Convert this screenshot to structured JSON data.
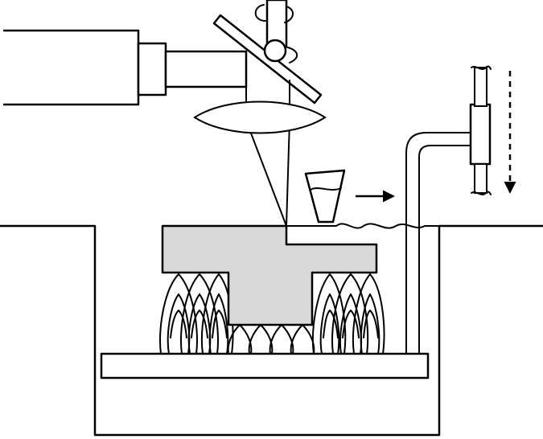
{
  "diagram": {
    "colors": {
      "line": "#000000",
      "background": "#ffffff",
      "part_fill": "#d9d9d9"
    },
    "components": [
      "laser-source",
      "beam-expander-tube",
      "scanning-mirror",
      "rotation-arrow",
      "focusing-lens",
      "laser-beam",
      "resin-vat",
      "resin-surface",
      "recoater-blade",
      "recoat-direction-arrow",
      "printed-part",
      "support-structures",
      "build-platform",
      "elevator-arm",
      "elevator-motion-arrow"
    ]
  }
}
